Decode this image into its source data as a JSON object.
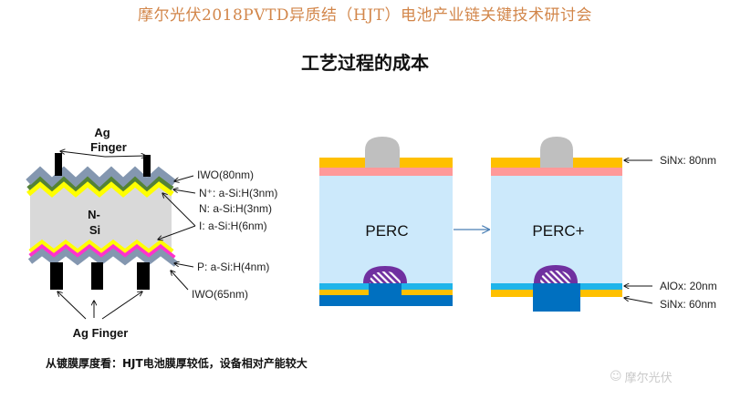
{
  "header": {
    "conference_title": "摩尔光伏2018PVTD异质结（HJT）电池产业链关键技术研讨会"
  },
  "slide": {
    "title": "工艺过程的成本"
  },
  "hjt_diagram": {
    "top_finger_label_line1": "Ag",
    "top_finger_label_line2": "Finger",
    "bottom_finger_label": "Ag Finger",
    "substrate_label_line1": "N-",
    "substrate_label_line2": "Si",
    "layers": [
      {
        "name": "IWO top",
        "label": "IWO(80nm)",
        "color": "#8497b0"
      },
      {
        "name": "N+ a-Si:H",
        "label": "N⁺: a-Si:H(3nm)",
        "color": "#548235"
      },
      {
        "name": "N a-Si:H",
        "label": "N:   a-Si:H(3nm)",
        "color": "#548235"
      },
      {
        "name": "I a-Si:H",
        "label": "I: a-Si:H(6nm)",
        "color": "#ffff00"
      },
      {
        "name": "P a-Si:H",
        "label": "P: a-Si:H(4nm)",
        "color": "#ff33cc"
      },
      {
        "name": "IWO bottom",
        "label": "IWO(65nm)",
        "color": "#8497b0"
      }
    ],
    "substrate_color": "#d9d9d9",
    "finger_color": "#000000"
  },
  "perc_diagram": {
    "left_label": "PERC",
    "right_label": "PERC+",
    "annotations": {
      "front_sinx": "SiNx: 80nm",
      "alox": "AlOx: 20nm",
      "rear_sinx": "SiNx: 60nm"
    },
    "colors": {
      "sinx": "#ffc000",
      "emitter": "#ff9999",
      "bulk": "#cce9fb",
      "front_contact": "#bfbfbf",
      "alox": "#1fb4ea",
      "rear_al": "#0070c0",
      "bsf": "#7030a0",
      "arrow": "#4a7fb5"
    }
  },
  "footer": {
    "note": "从镀膜厚度看：HJT电池膜厚较低，设备相对产能较大"
  },
  "watermark": {
    "icon": "wechat-icon",
    "text": "摩尔光伏"
  }
}
